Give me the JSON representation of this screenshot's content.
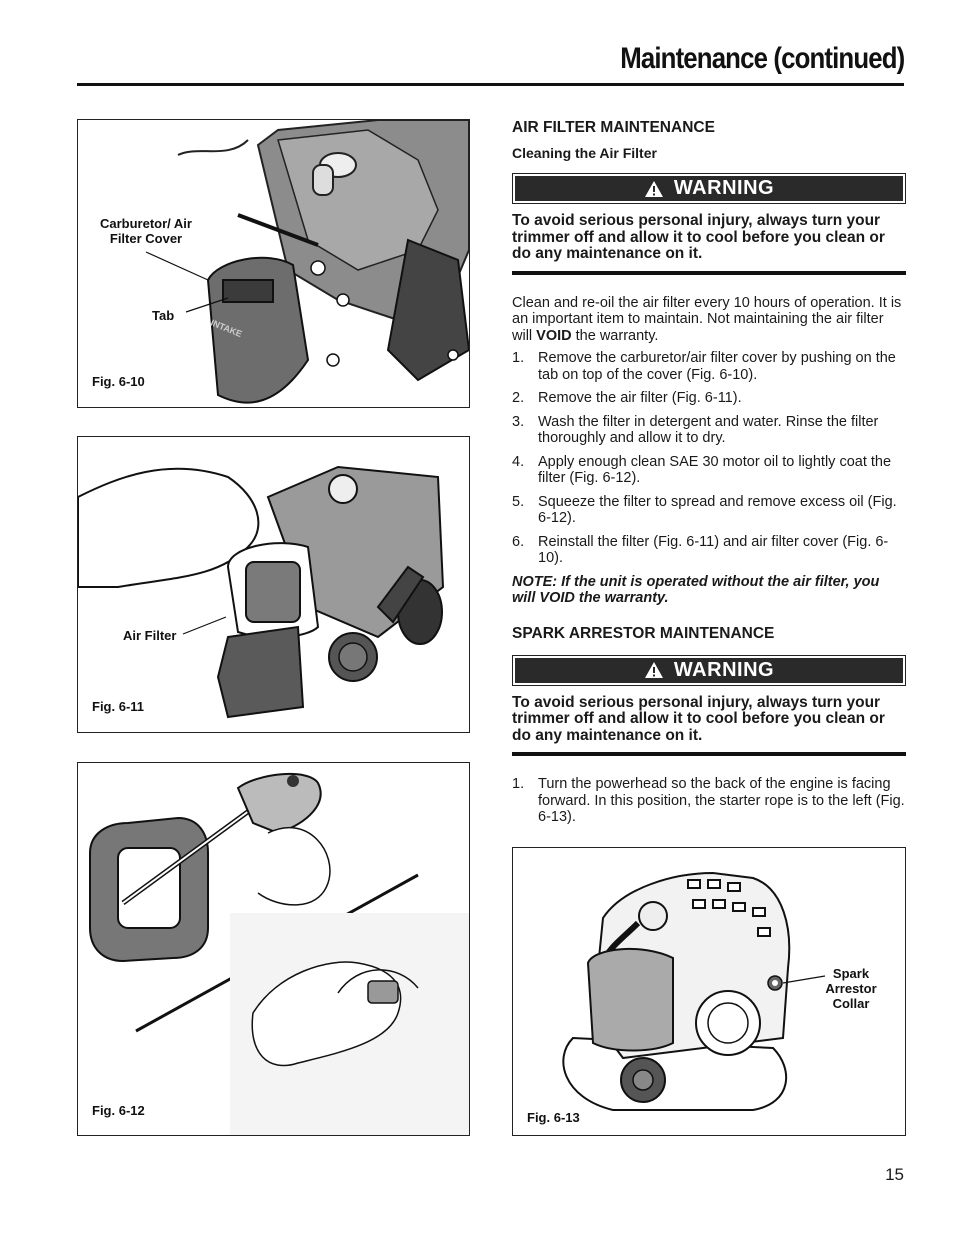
{
  "header": {
    "title": "Maintenance (continued)"
  },
  "figures": [
    {
      "caption": "Fig. 6-10",
      "callouts": [
        "Carburetor/ Air",
        "Filter Cover",
        "Tab"
      ],
      "emboss": "INTAKE"
    },
    {
      "caption": "Fig. 6-11",
      "callouts": [
        "Air Filter"
      ]
    },
    {
      "caption": "Fig. 6-12",
      "callouts": []
    },
    {
      "caption": "Fig. 6-13",
      "callouts": [
        "Spark",
        "Arrestor",
        "Collar"
      ]
    }
  ],
  "air_filter": {
    "heading": "AIR FILTER MAINTENANCE",
    "subheading": "Cleaning the Air Filter",
    "warning_label": "WARNING",
    "warning_text": "To avoid serious personal injury, always turn your trimmer off and allow it to cool before you clean or do any maintenance on it.",
    "intro_before": "Clean and re-oil the air filter every 10 hours of operation. It is an important item to maintain. Not maintaining the air filter will ",
    "intro_bold": "VOID",
    "intro_after": " the warranty.",
    "steps": [
      {
        "num": "1.",
        "text": "Remove the carburetor/air filter cover by pushing on the tab on top of the cover (Fig. 6-10)."
      },
      {
        "num": "2.",
        "text": "Remove the air filter (Fig. 6-11)."
      },
      {
        "num": "3.",
        "text": "Wash the filter in detergent and water. Rinse the filter thoroughly and allow it to dry."
      },
      {
        "num": "4.",
        "text": "Apply enough clean SAE 30 motor oil to lightly coat the filter (Fig. 6-12)."
      },
      {
        "num": "5.",
        "text": "Squeeze the filter to spread and remove excess oil (Fig. 6-12)."
      },
      {
        "num": "6.",
        "text": "Reinstall the filter (Fig. 6-11) and air filter cover (Fig. 6-10)."
      }
    ],
    "note": "NOTE: If the unit is operated without the air filter, you will VOID the warranty."
  },
  "spark_arrestor": {
    "heading": "SPARK ARRESTOR MAINTENANCE",
    "warning_label": "WARNING",
    "warning_text": "To avoid serious personal injury, always turn your trimmer off and allow it to cool before you clean or do any maintenance on it.",
    "steps": [
      {
        "num": "1.",
        "text": "Turn the powerhead so the back of the engine is facing forward. In this position, the starter rope is to the left (Fig. 6-13)."
      }
    ]
  },
  "footer": {
    "page_number": "15"
  }
}
